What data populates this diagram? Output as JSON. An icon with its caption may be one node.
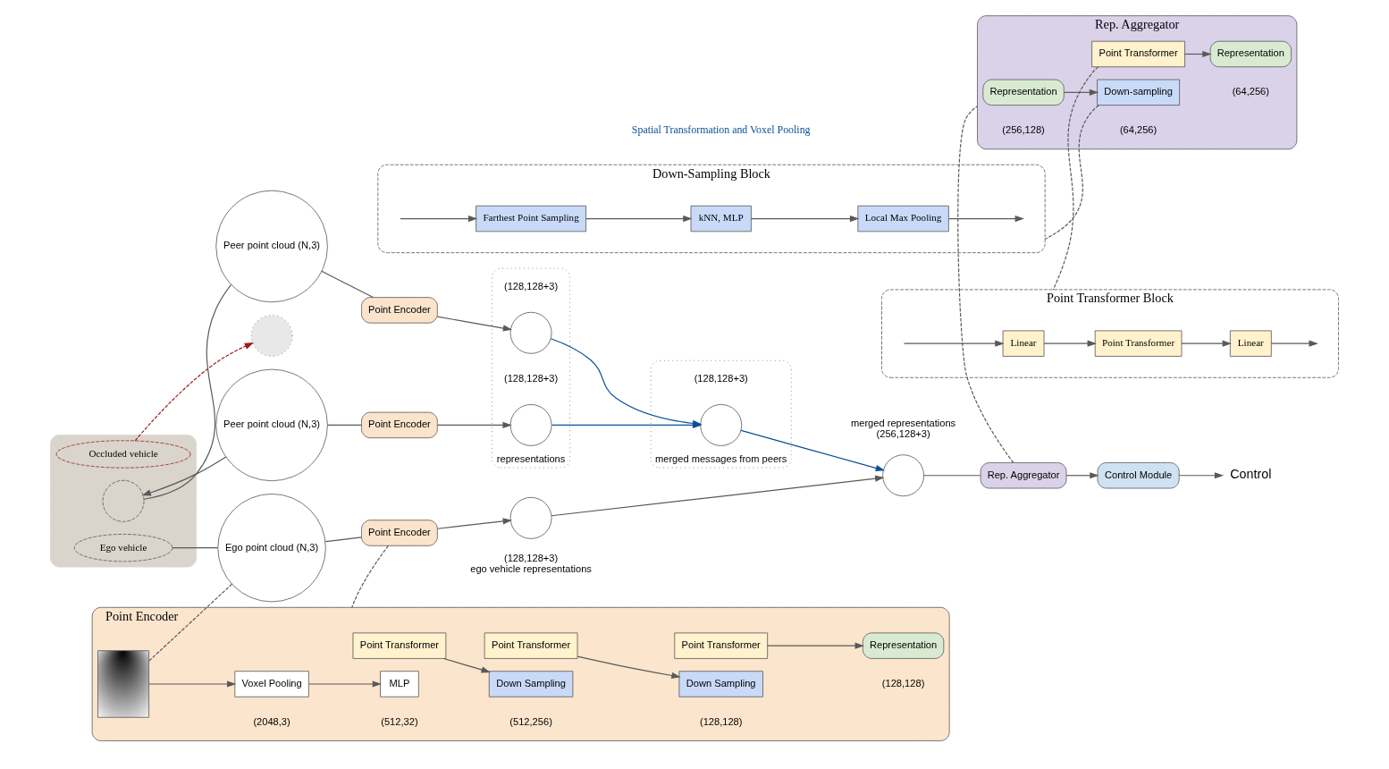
{
  "diagram": {
    "nodes": [
      {
        "text": [],
        "shape": "picture"
      },
      {
        "text": [
          "Occluded vehicle"
        ],
        "in": 0
      },
      {
        "text": [],
        "shape": "circle",
        "in": 0
      },
      {
        "text": [
          "Ego vehicle"
        ],
        "in": 0
      },
      {
        "text": [
          "Peer point cloud (N,3)"
        ]
      },
      {
        "text": [],
        "shape": "circle"
      },
      {
        "text": [
          "Peer point cloud (N,3)"
        ]
      },
      {
        "text": [
          "Ego point cloud (N,3)"
        ]
      },
      {
        "text": [
          "Point Encoder"
        ]
      },
      {
        "text": [
          "Point Encoder"
        ]
      },
      {
        "text": [
          "Point Encoder"
        ]
      },
      {
        "text": [
          "representations"
        ]
      },
      {
        "text": [],
        "shape": "circle",
        "in": 11,
        "beside": [
          "(128,128+3)"
        ]
      },
      {
        "text": [],
        "shape": "circle",
        "in": 11,
        "beside": [
          "(128,128+3)"
        ]
      },
      {
        "text": [
          "merged messages from peers"
        ]
      },
      {
        "text": [],
        "shape": "circle",
        "in": 14,
        "beside": [
          "(128,128+3)"
        ]
      },
      {
        "text": [],
        "shape": "circle",
        "beside": [
          "(128,128+3)",
          "ego vehicle representations"
        ]
      },
      {
        "text": [],
        "shape": "circle",
        "beside": [
          "merged representations",
          "(256,128+3)"
        ]
      },
      {
        "text": [
          "Rep. Aggregator"
        ]
      },
      {
        "text": [
          "Control Module"
        ]
      },
      {
        "text": [
          "Control"
        ]
      },
      {
        "text": [
          "Rep. Aggregator"
        ]
      },
      {
        "text": [
          "Representation"
        ],
        "in": 21,
        "beside": [
          "(256,128)"
        ]
      },
      {
        "text": [
          "Down-sampling"
        ],
        "in": 21,
        "beside": [
          "(64,256)"
        ]
      },
      {
        "text": [
          "Point Transformer"
        ],
        "in": 21
      },
      {
        "text": [
          "Representation"
        ],
        "in": 21,
        "beside": [
          "(64,256)"
        ]
      },
      {
        "text": [
          "Point Encoder"
        ]
      },
      {
        "text": [],
        "shape": "picture",
        "in": 26
      },
      {
        "text": [
          "Voxel Pooling"
        ],
        "in": 26,
        "beside": [
          "(2048,3)"
        ]
      },
      {
        "text": [
          "MLP"
        ],
        "in": 26,
        "beside": [
          "(512,32)"
        ]
      },
      {
        "text": [
          "Point Transformer"
        ],
        "in": 26
      },
      {
        "text": [
          "Down Sampling"
        ],
        "in": 26,
        "beside": [
          "(512,256)"
        ]
      },
      {
        "text": [
          "Point Transformer"
        ],
        "in": 26
      },
      {
        "text": [
          "Down Sampling"
        ],
        "in": 26,
        "beside": [
          "(128,128)"
        ]
      },
      {
        "text": [
          "Point Transformer"
        ],
        "in": 26
      },
      {
        "text": [
          "Representation"
        ],
        "in": 26,
        "beside": [
          "(128,128)"
        ]
      },
      {
        "text": [
          "Down-Sampling Block"
        ]
      },
      {
        "text": [
          "Farthest Point Sampling"
        ],
        "in": 36
      },
      {
        "text": [
          "kNN, MLP"
        ],
        "in": 36
      },
      {
        "text": [
          "Local Max Pooling"
        ],
        "in": 36
      },
      {
        "text": [
          "Point Transformer Block"
        ]
      },
      {
        "text": [
          "Linear"
        ],
        "in": 40
      },
      {
        "text": [
          "Point Transformer"
        ],
        "in": 40
      },
      {
        "text": [
          "Linear"
        ],
        "in": 40
      }
    ],
    "edges": [
      {
        "from": 1,
        "to": 5,
        "arrow": "to",
        "style": "dashed",
        "color": "#9b1c1c"
      },
      {
        "from": 2,
        "to": 4,
        "arrow": "none"
      },
      {
        "from": 6,
        "to": 2,
        "arrow": "to"
      },
      {
        "from": 3,
        "to": 7,
        "arrow": "none"
      },
      {
        "from": 4,
        "to": 8,
        "arrow": "none"
      },
      {
        "from": 6,
        "to": 9,
        "arrow": "none"
      },
      {
        "from": 7,
        "to": 10,
        "arrow": "none"
      },
      {
        "from": 8,
        "to": 12,
        "arrow": "to"
      },
      {
        "from": 9,
        "to": 13,
        "arrow": "to"
      },
      {
        "from": 10,
        "to": 16,
        "arrow": "to"
      },
      {
        "from": 12,
        "to": 15,
        "arrow": "to",
        "color": "#0b4f96"
      },
      {
        "from": 13,
        "to": 15,
        "arrow": "to",
        "color": "#0b4f96"
      },
      {
        "from": 15,
        "to": 17,
        "arrow": "to",
        "color": "#0b4f96"
      },
      {
        "from": 16,
        "to": 17,
        "arrow": "to"
      },
      {
        "from": 17,
        "to": 18,
        "arrow": "none"
      },
      {
        "from": 18,
        "to": 19,
        "arrow": "to"
      },
      {
        "from": 19,
        "to": 20,
        "arrow": "to"
      },
      {
        "from": 18,
        "to": 21,
        "arrow": "none",
        "style": "dashed"
      },
      {
        "from": 22,
        "to": 23,
        "arrow": "to"
      },
      {
        "from": 24,
        "to": 25,
        "arrow": "to"
      },
      {
        "from": 23,
        "to": 36,
        "arrow": "none",
        "style": "dashed"
      },
      {
        "from": 24,
        "to": 40,
        "arrow": "none",
        "style": "dashed"
      },
      {
        "from": 7,
        "to": 27,
        "arrow": "none",
        "style": "dashed"
      },
      {
        "from": 10,
        "to": 26,
        "arrow": "none",
        "style": "dashed"
      },
      {
        "from": 27,
        "to": 28,
        "arrow": "to"
      },
      {
        "from": 28,
        "to": 29,
        "arrow": "to"
      },
      {
        "from": 30,
        "to": 31,
        "arrow": "to"
      },
      {
        "from": 32,
        "to": 33,
        "arrow": "to"
      },
      {
        "from": 34,
        "to": 35,
        "arrow": "to"
      },
      {
        "from": null,
        "to": 37,
        "arrow": "to"
      },
      {
        "from": 37,
        "to": 38,
        "arrow": "to"
      },
      {
        "from": 38,
        "to": 39,
        "arrow": "to"
      },
      {
        "from": 39,
        "to": null,
        "arrow": "to"
      },
      {
        "from": null,
        "to": 41,
        "arrow": "to"
      },
      {
        "from": 41,
        "to": 42,
        "arrow": "to"
      },
      {
        "from": 42,
        "to": 43,
        "arrow": "to"
      },
      {
        "from": 43,
        "to": null,
        "arrow": "to"
      }
    ],
    "labels": [
      "Spatial Transformation and Voxel Pooling"
    ]
  }
}
